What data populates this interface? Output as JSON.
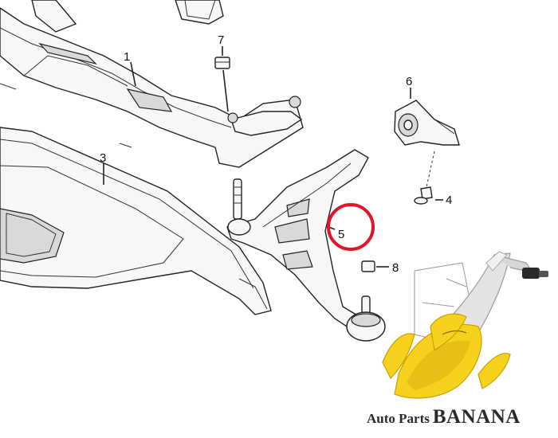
{
  "callouts": [
    {
      "id": "1",
      "label": "1"
    },
    {
      "id": "3",
      "label": "3"
    },
    {
      "id": "4",
      "label": "4"
    },
    {
      "id": "5",
      "label": "5"
    },
    {
      "id": "6",
      "label": "6"
    },
    {
      "id": "7",
      "label": "7"
    },
    {
      "id": "8",
      "label": "8"
    }
  ],
  "highlight": {
    "color": "#e3132a",
    "target": "5"
  },
  "watermark": {
    "word1": "Auto Parts",
    "word2": "BANANA",
    "banana_color": "#f6d21f",
    "banana_shadow": "#c9a000"
  },
  "icons": [
    "banana-icon",
    "control-arm-product-icon"
  ]
}
